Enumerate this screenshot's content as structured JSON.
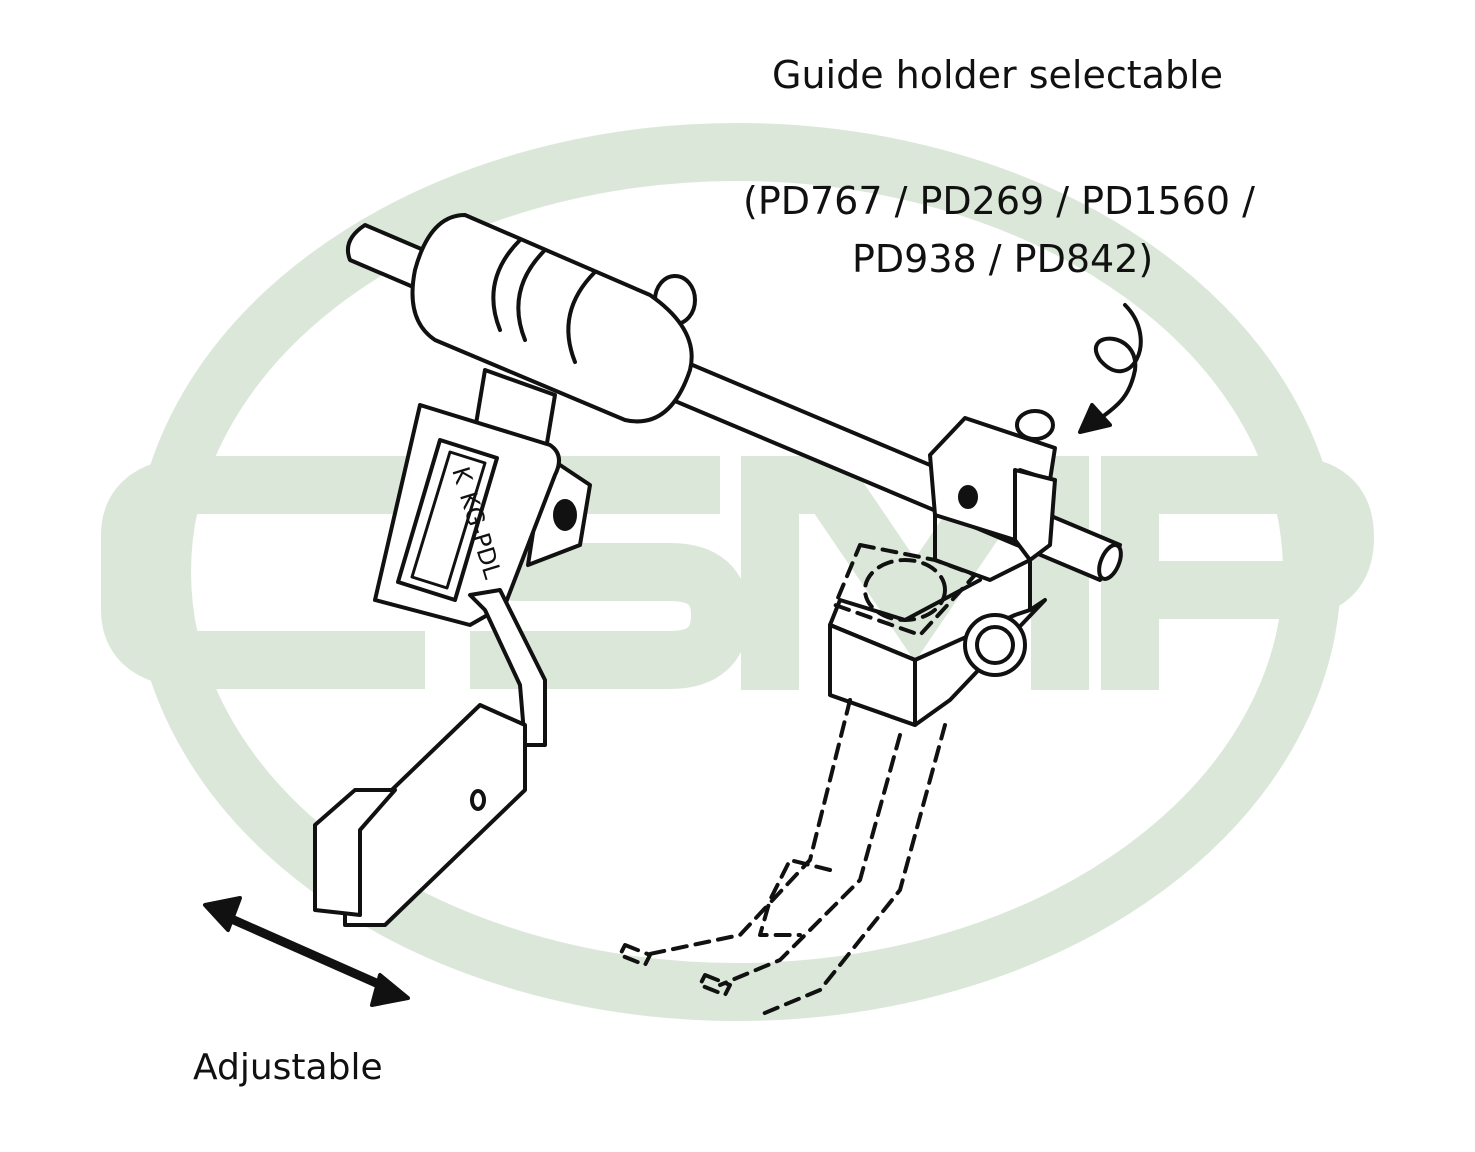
{
  "watermark": {
    "text": "CSMP",
    "color": "#dbe8d9"
  },
  "labels": {
    "title": "Guide holder selectable",
    "codes_line1": "(PD767 / PD269 / PD1560 /",
    "codes_line2": "PD938 / PD842)",
    "adjustable": "Adjustable",
    "brand_plate": "KG-PDL",
    "brand_mark": "K"
  },
  "icons": {
    "curved_arrow": "curved-arrow-icon",
    "double_arrow": "double-arrow-icon"
  },
  "colors": {
    "line": "#111111",
    "fill": "#ffffff"
  }
}
